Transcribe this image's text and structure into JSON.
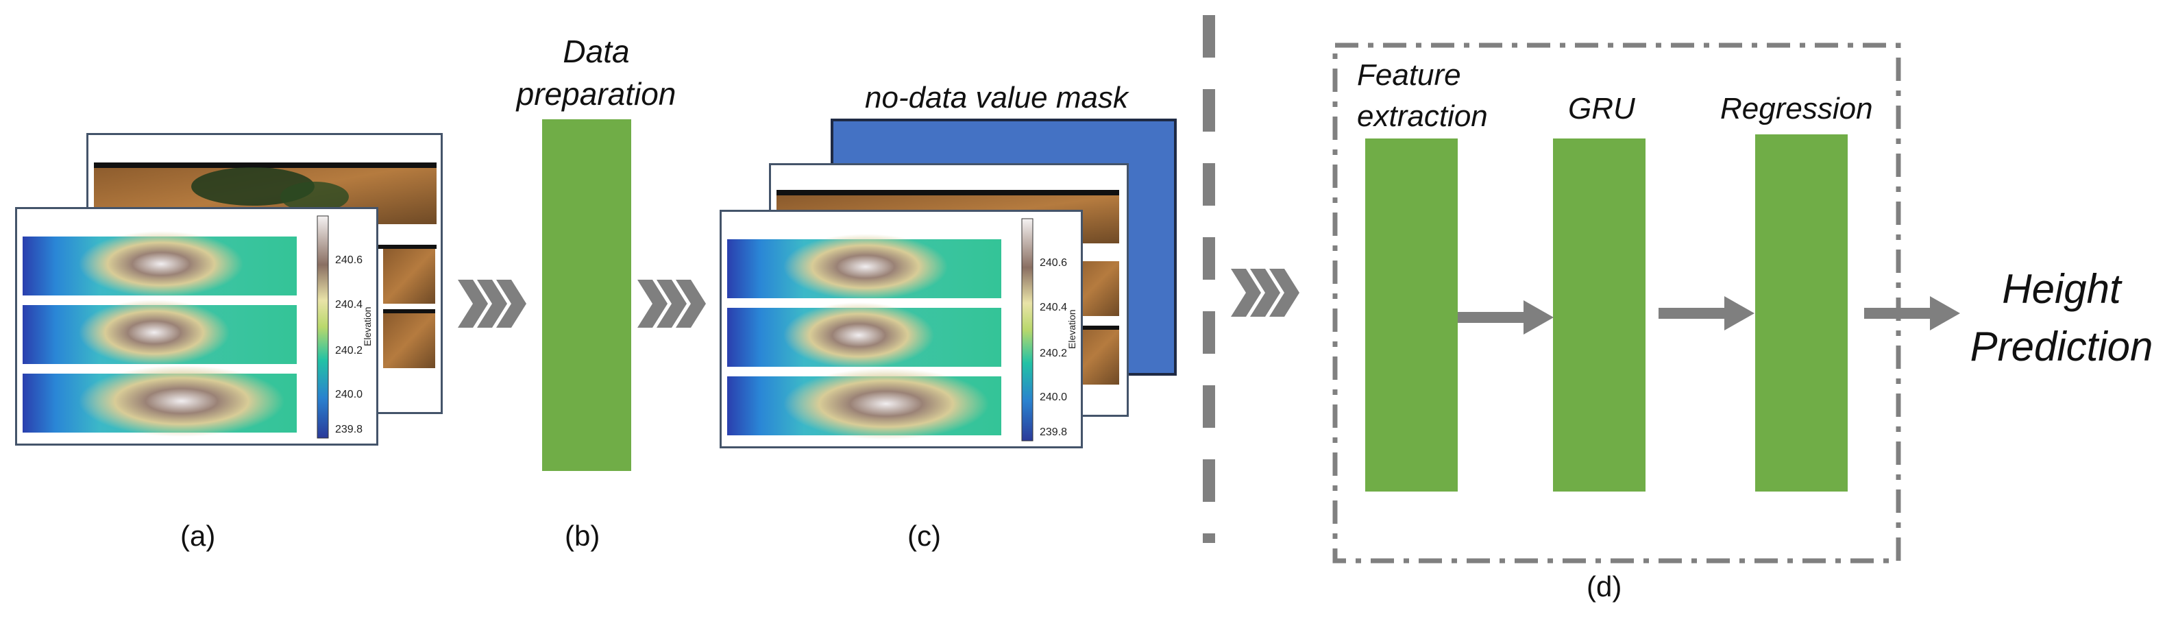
{
  "stage_b": {
    "title_line1": "Data",
    "title_line2": "preparation",
    "caption": "(b)"
  },
  "stage_a": {
    "caption": "(a)"
  },
  "stage_c": {
    "caption": "(c)",
    "mask_label": "no-data value mask"
  },
  "stage_d": {
    "caption": "(d)",
    "blocks": [
      {
        "line1": "Feature",
        "line2": "extraction"
      },
      {
        "line1": "GRU",
        "line2": ""
      },
      {
        "line1": "Regression",
        "line2": ""
      }
    ]
  },
  "output": {
    "line1": "Height",
    "line2": "Prediction"
  },
  "colorbar": {
    "axis_label": "Elevation",
    "ticks": [
      "240.6",
      "240.4",
      "240.2",
      "240.0",
      "239.8"
    ]
  },
  "colors": {
    "block_green": "#70ad47",
    "mask_blue": "#4472c4",
    "arrow_gray": "#7f7f7f",
    "frame_gray": "#808080"
  }
}
